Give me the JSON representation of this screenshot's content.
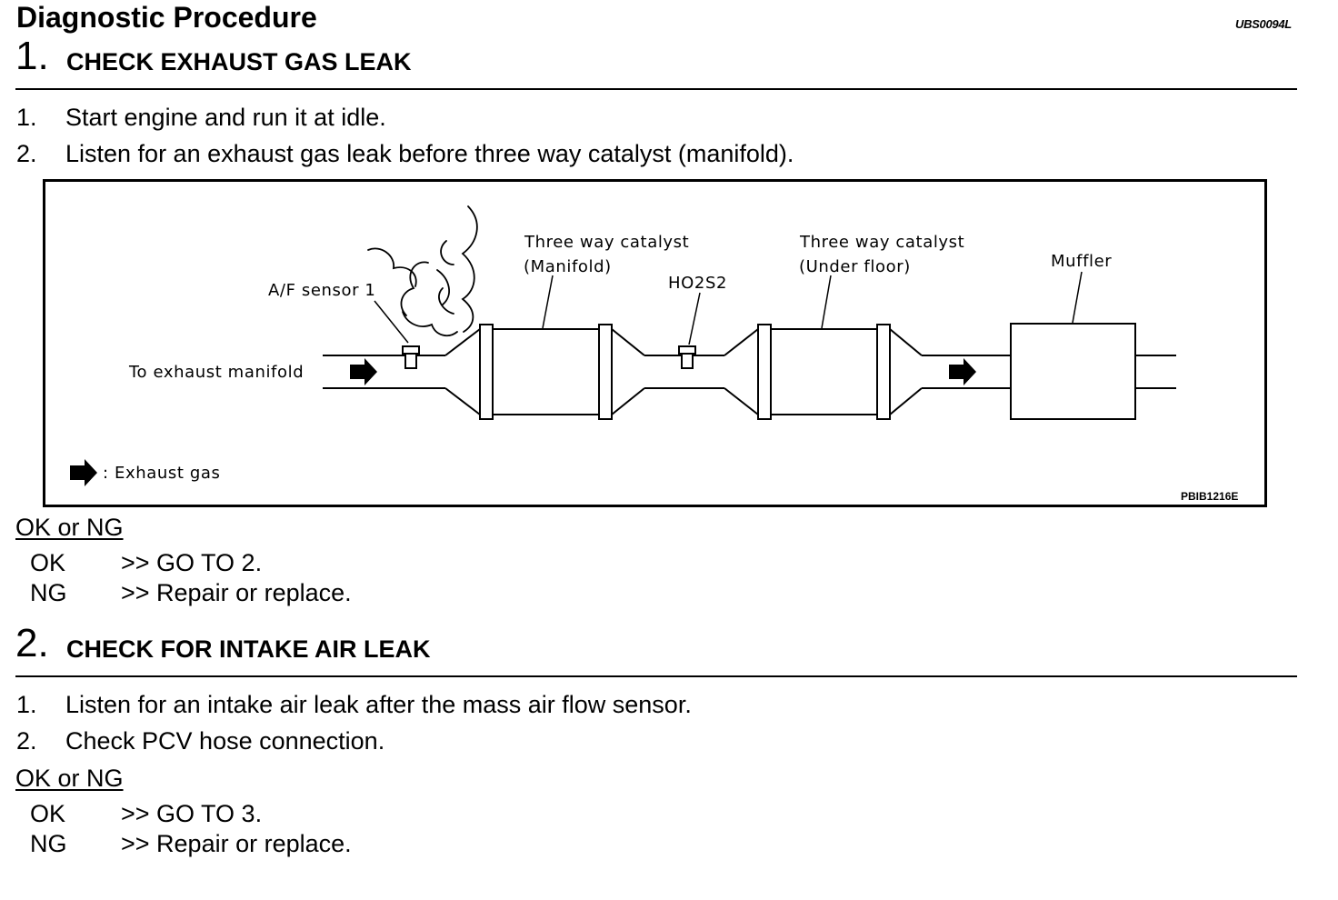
{
  "header": {
    "title": "Diagnostic Procedure",
    "doc_id": "UBS0094L"
  },
  "step1": {
    "number": "1.",
    "heading": "CHECK EXHAUST GAS LEAK",
    "items": [
      {
        "num": "1.",
        "text": "Start engine and run it at idle."
      },
      {
        "num": "2.",
        "text": "Listen for an exhaust gas leak before three way catalyst (manifold)."
      }
    ],
    "ok_ng_label": "OK or NG",
    "results": [
      {
        "status": "OK",
        "action": ">> GO TO 2."
      },
      {
        "status": "NG",
        "action": ">> Repair or replace."
      }
    ]
  },
  "figure": {
    "labels": {
      "exhaust_manifold": "To exhaust manifold",
      "af_sensor": "A/F sensor 1",
      "catalyst_manifold_1": "Three way catalyst",
      "catalyst_manifold_2": "(Manifold)",
      "ho2s2": "HO2S2",
      "catalyst_underfloor_1": "Three way catalyst",
      "catalyst_underfloor_2": "(Under floor)",
      "muffler": "Muffler",
      "legend": ": Exhaust gas"
    },
    "code": "PBIB1216E"
  },
  "step2": {
    "number": "2.",
    "heading": "CHECK FOR INTAKE AIR LEAK",
    "items": [
      {
        "num": "1.",
        "text": "Listen for an intake air leak after the mass air flow sensor."
      },
      {
        "num": "2.",
        "text": "Check PCV hose connection."
      }
    ],
    "ok_ng_label": "OK or NG",
    "results": [
      {
        "status": "OK",
        "action": ">> GO TO 3."
      },
      {
        "status": "NG",
        "action": ">> Repair or replace."
      }
    ]
  }
}
